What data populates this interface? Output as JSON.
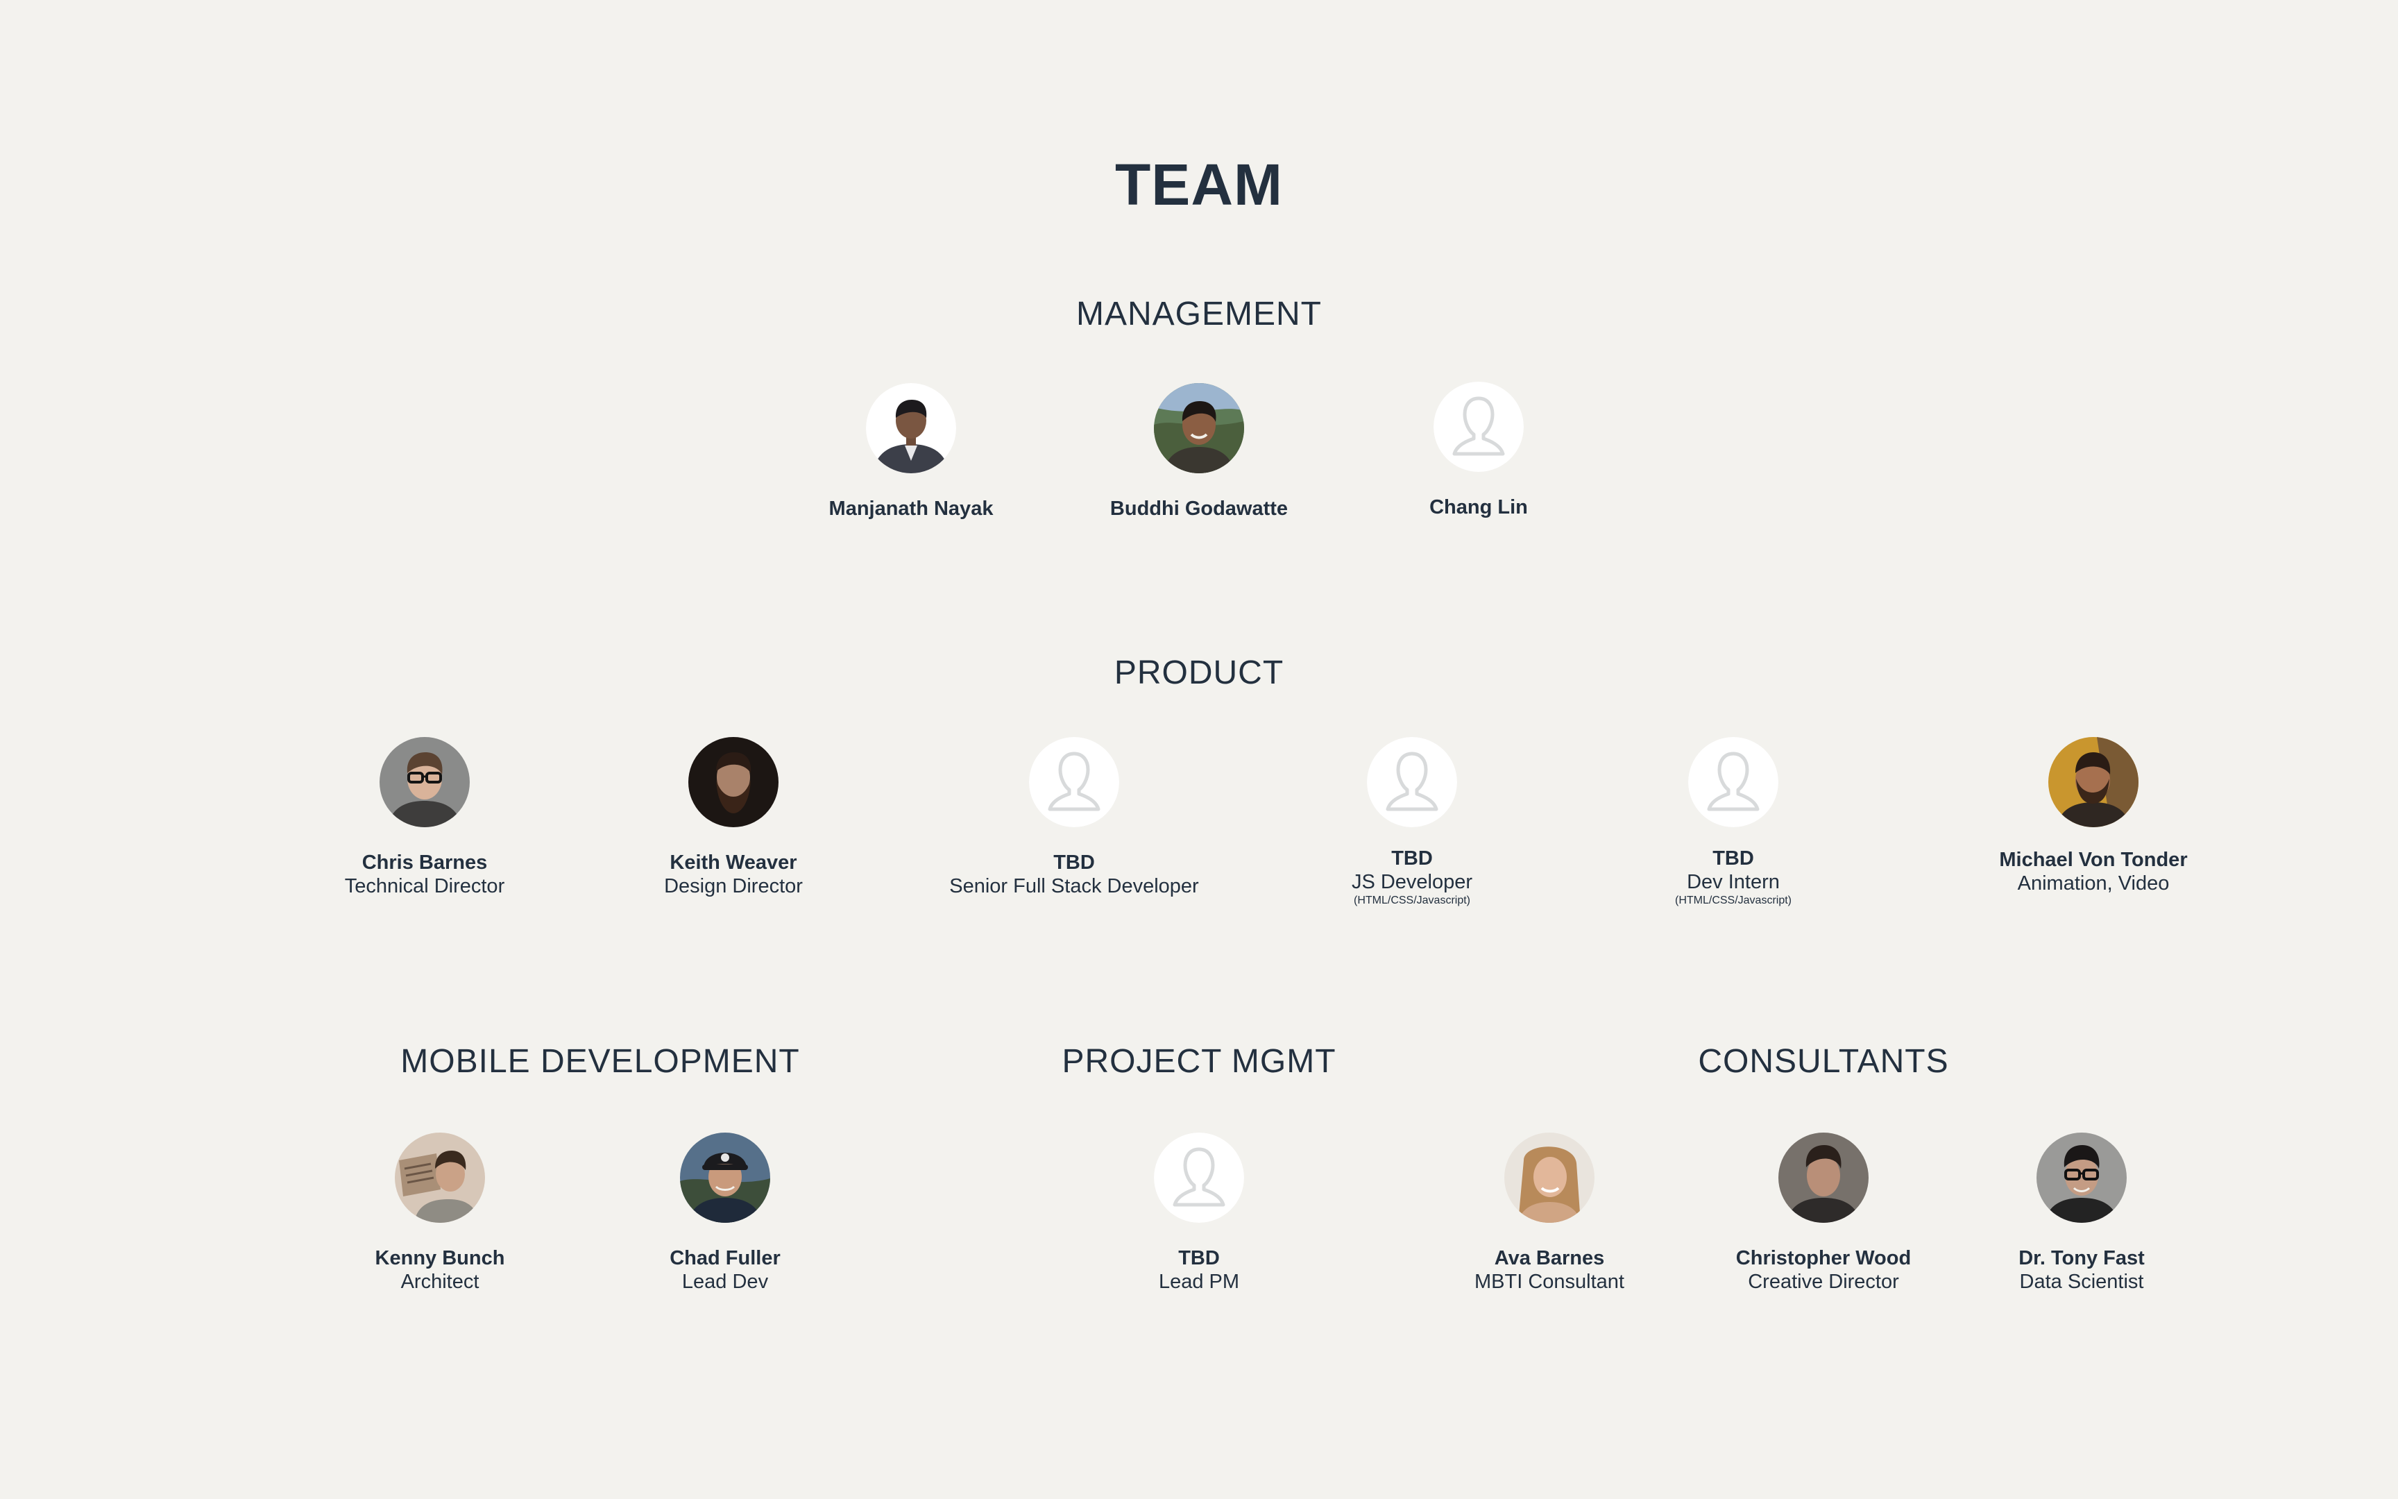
{
  "page": {
    "title": "TEAM"
  },
  "management": {
    "title": "MANAGEMENT",
    "members": [
      {
        "name": "Manjanath Nayak"
      },
      {
        "name": "Buddhi Godawatte"
      },
      {
        "name": "Chang Lin"
      }
    ]
  },
  "product": {
    "title": "PRODUCT",
    "members": [
      {
        "name": "Chris Barnes",
        "role": "Technical Director"
      },
      {
        "name": "Keith Weaver",
        "role": "Design Director"
      },
      {
        "name": "TBD",
        "role": "Senior Full Stack Developer"
      },
      {
        "name": "TBD",
        "role": "JS Developer",
        "note": "(HTML/CSS/Javascript)"
      },
      {
        "name": "TBD",
        "role": "Dev Intern",
        "note": "(HTML/CSS/Javascript)"
      },
      {
        "name": "Michael Von Tonder",
        "role": "Animation, Video"
      }
    ]
  },
  "mobile": {
    "title": "MOBILE DEVELOPMENT",
    "members": [
      {
        "name": "Kenny Bunch",
        "role": "Architect"
      },
      {
        "name": "Chad Fuller",
        "role": "Lead Dev"
      }
    ]
  },
  "project_mgmt": {
    "title": "PROJECT MGMT",
    "members": [
      {
        "name": "TBD",
        "role": "Lead PM"
      }
    ]
  },
  "consultants": {
    "title": "CONSULTANTS",
    "members": [
      {
        "name": "Ava Barnes",
        "role": "MBTI Consultant"
      },
      {
        "name": "Christopher Wood",
        "role": "Creative Director"
      },
      {
        "name": "Dr. Tony Fast",
        "role": "Data Scientist"
      }
    ]
  },
  "icons": {
    "placeholder": "person-outline-icon"
  },
  "colors": {
    "background": "#f3f2ee",
    "text": "#23303f",
    "placeholder_stroke": "#d8dadb"
  }
}
